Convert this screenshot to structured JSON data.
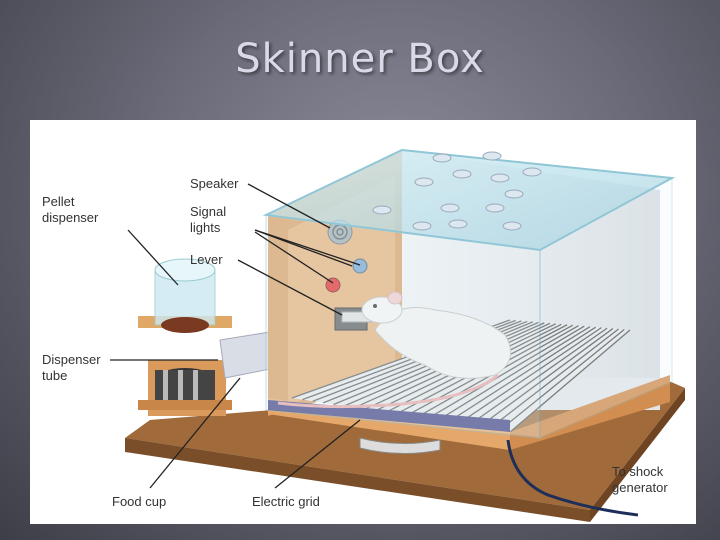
{
  "slide": {
    "title": "Skinner Box"
  },
  "labels": {
    "speaker": "Speaker",
    "signal_lights": "Signal\nlights",
    "lever": "Lever",
    "pellet_dispenser": "Pellet\ndispenser",
    "dispenser_tube": "Dispenser\ntube",
    "food_cup": "Food cup",
    "electric_grid": "Electric grid",
    "to_shock_generator": "To shock\ngenerator"
  },
  "colors": {
    "wood": "#d99a5c",
    "wood_dark": "#a86a33",
    "base": "#a06a3a",
    "glass": "#b8e0ea",
    "grid_bar": "#4a4a8a",
    "signal_red": "#e02020",
    "signal_blue": "#6f9fd0"
  }
}
